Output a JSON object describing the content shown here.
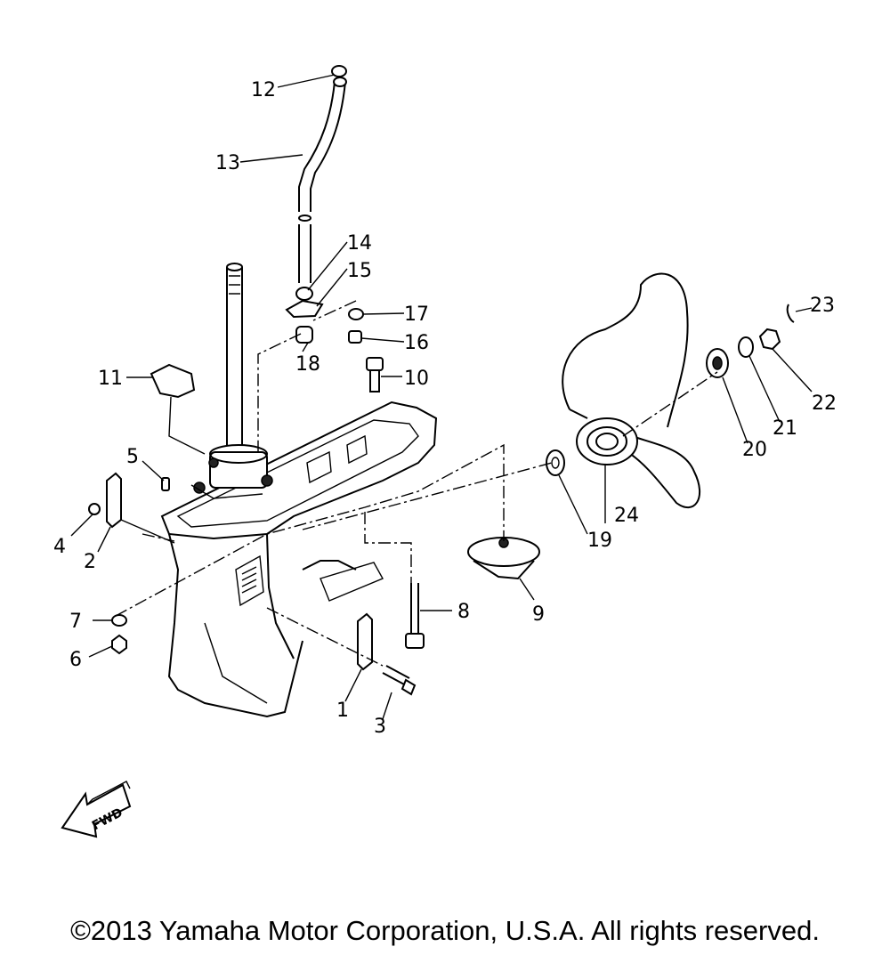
{
  "diagram": {
    "direction_badge": "FWD",
    "parts": [
      {
        "id": "p1",
        "label": "1"
      },
      {
        "id": "p2",
        "label": "2"
      },
      {
        "id": "p3",
        "label": "3"
      },
      {
        "id": "p4",
        "label": "4"
      },
      {
        "id": "p5",
        "label": "5"
      },
      {
        "id": "p6",
        "label": "6"
      },
      {
        "id": "p7",
        "label": "7"
      },
      {
        "id": "p8",
        "label": "8"
      },
      {
        "id": "p9",
        "label": "9"
      },
      {
        "id": "p10",
        "label": "10"
      },
      {
        "id": "p11",
        "label": "11"
      },
      {
        "id": "p12",
        "label": "12"
      },
      {
        "id": "p13",
        "label": "13"
      },
      {
        "id": "p14",
        "label": "14"
      },
      {
        "id": "p15",
        "label": "15"
      },
      {
        "id": "p16",
        "label": "16"
      },
      {
        "id": "p17",
        "label": "17"
      },
      {
        "id": "p18",
        "label": "18"
      },
      {
        "id": "p19",
        "label": "19"
      },
      {
        "id": "p20",
        "label": "20"
      },
      {
        "id": "p21",
        "label": "21"
      },
      {
        "id": "p22",
        "label": "22"
      },
      {
        "id": "p23",
        "label": "23"
      },
      {
        "id": "p24",
        "label": "24"
      }
    ]
  },
  "footer": {
    "copyright": "©2013 Yamaha Motor Corporation, U.S.A. All rights reserved."
  }
}
